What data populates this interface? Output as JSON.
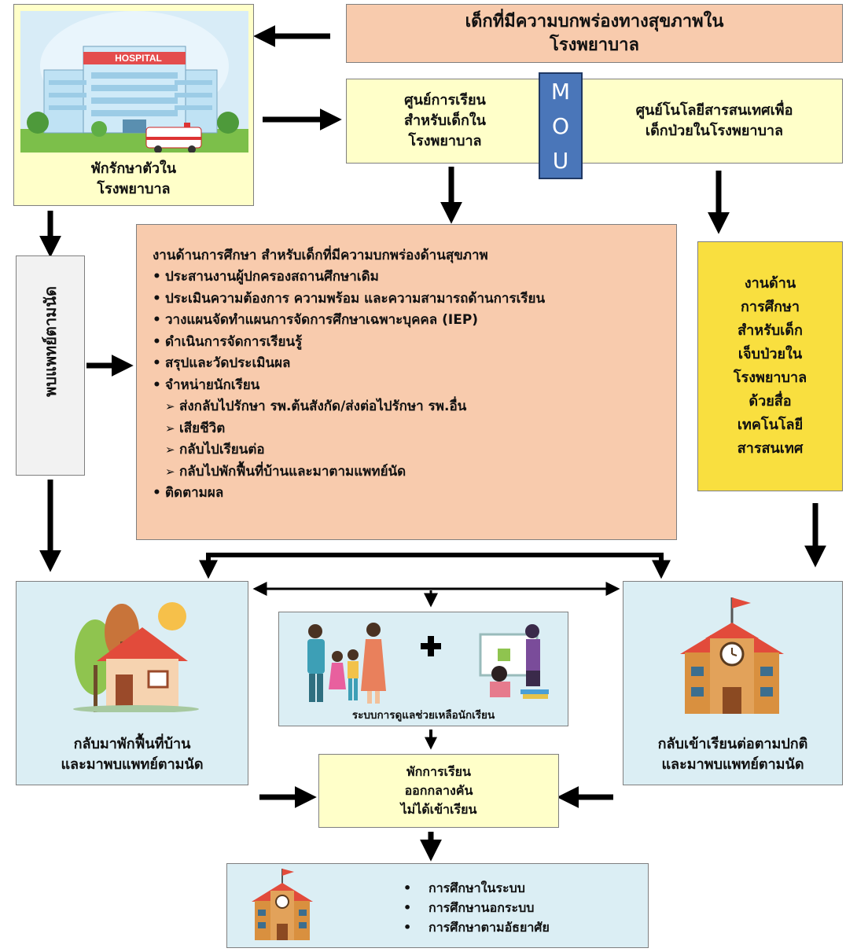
{
  "diagram": {
    "top_banner": "เด็กที่มีความบกพร่องทางสุขภาพใน\nโรงพยาบาล",
    "hospital": {
      "sign": "HOSPITAL",
      "caption": "พักรักษาตัวใน\nโรงพยาบาล"
    },
    "learning_center": "ศูนย์การเรียน\nสำหรับเด็กใน\nโรงพยาบาล",
    "mou": [
      "M",
      "O",
      "U"
    ],
    "ict_center": "ศูนย์โนโลยีสารสนเทศเพื่อ\nเด็กป่วยในโรงพยาบาล",
    "doctor_appointment": "พบแพทย์ตามนัด",
    "education_work": {
      "heading": "งานด้านการศึกษา สำหรับเด็กที่มีความบกพร่องด้านสุขภาพ",
      "items": [
        "ประสานงานผู้ปกครองสถานศึกษาเดิม",
        "ประเมินความต้องการ ความพร้อม และความสามารถด้านการเรียน",
        "วางแผนจัดทำแผนการจัดการศึกษาเฉพาะบุคคล (IEP)",
        "ดำเนินการจัดการเรียนรู้",
        "สรุปและวัดประเมินผล",
        "จำหน่ายนักเรียน"
      ],
      "sub_items": [
        "ส่งกลับไปรักษา รพ.ต้นสังกัด/ส่งต่อไปรักษา รพ.อื่น",
        "เสียชีวิต",
        "กลับไปเรียนต่อ",
        "กลับไปพักฟื้นที่บ้านและมาตามแพทย์นัด"
      ],
      "last_item": "ติดตามผล"
    },
    "ict_education": "งานด้าน\nการศึกษา\nสำหรับเด็ก\nเจ็บป่วยใน\nโรงพยาบาล\nด้วยสื่อ\nเทคโนโลยี\nสารสนเทศ",
    "home": "กลับมาพักฟื้นที่บ้าน\nและมาพบแพทย์ตามนัด",
    "school_return": "กลับเข้าเรียนต่อตามปกติ\nและมาพบแพทย์ตามนัด",
    "support_system": "ระบบการดูแลช่วยเหลือนักเรียน",
    "dropout": "พักการเรียน\nออกกลางคัน\nไม่ได้เข้าเรียน",
    "education_types": [
      "การศึกษาในระบบ",
      "การศึกษานอกระบบ",
      "การศึกษาตามอัธยาศัย"
    ]
  },
  "colors": {
    "cream": "#ffffc9",
    "peach": "#f8cbad",
    "light_blue": "#dbeef4",
    "yellow": "#f9df3f",
    "grey": "#f2f2f2",
    "mou_blue": "#4a76b9"
  }
}
